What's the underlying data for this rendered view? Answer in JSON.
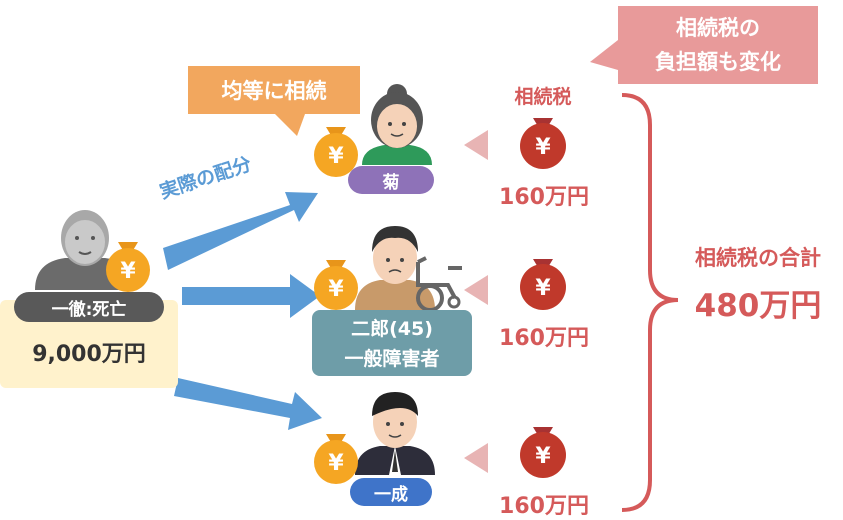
{
  "callouts": {
    "equal_split": "均等に相続",
    "tax_change_line1": "相続税の",
    "tax_change_line2": "負担額も変化"
  },
  "arrow_label": "実際の配分",
  "deceased": {
    "name": "一徹:死亡",
    "estate": "9,000万円"
  },
  "heirs": [
    {
      "name": "菊",
      "tax": "160万円"
    },
    {
      "name_line1": "二郎(45)",
      "name_line2": "一般障害者",
      "tax": "160万円"
    },
    {
      "name": "一成",
      "tax": "160万円"
    }
  ],
  "tax_header": "相続税",
  "total": {
    "label": "相続税の合計",
    "value": "480万円"
  },
  "icons": {
    "money_bag": "yen-money-bag-icon",
    "tax_bag": "yen-tax-bag-icon",
    "wheelchair": "wheelchair-icon"
  },
  "colors": {
    "orange_callout": "#f2a75e",
    "pink_callout": "#e89a9a",
    "arrow_blue": "#5b9bd5",
    "tax_red": "#d55a5a",
    "bag_gold": "#f5a623",
    "purple_label": "#8e72b8",
    "teal_label": "#6e9da8",
    "blue_label": "#3f74c9",
    "estate_bg": "#fff2cc"
  }
}
